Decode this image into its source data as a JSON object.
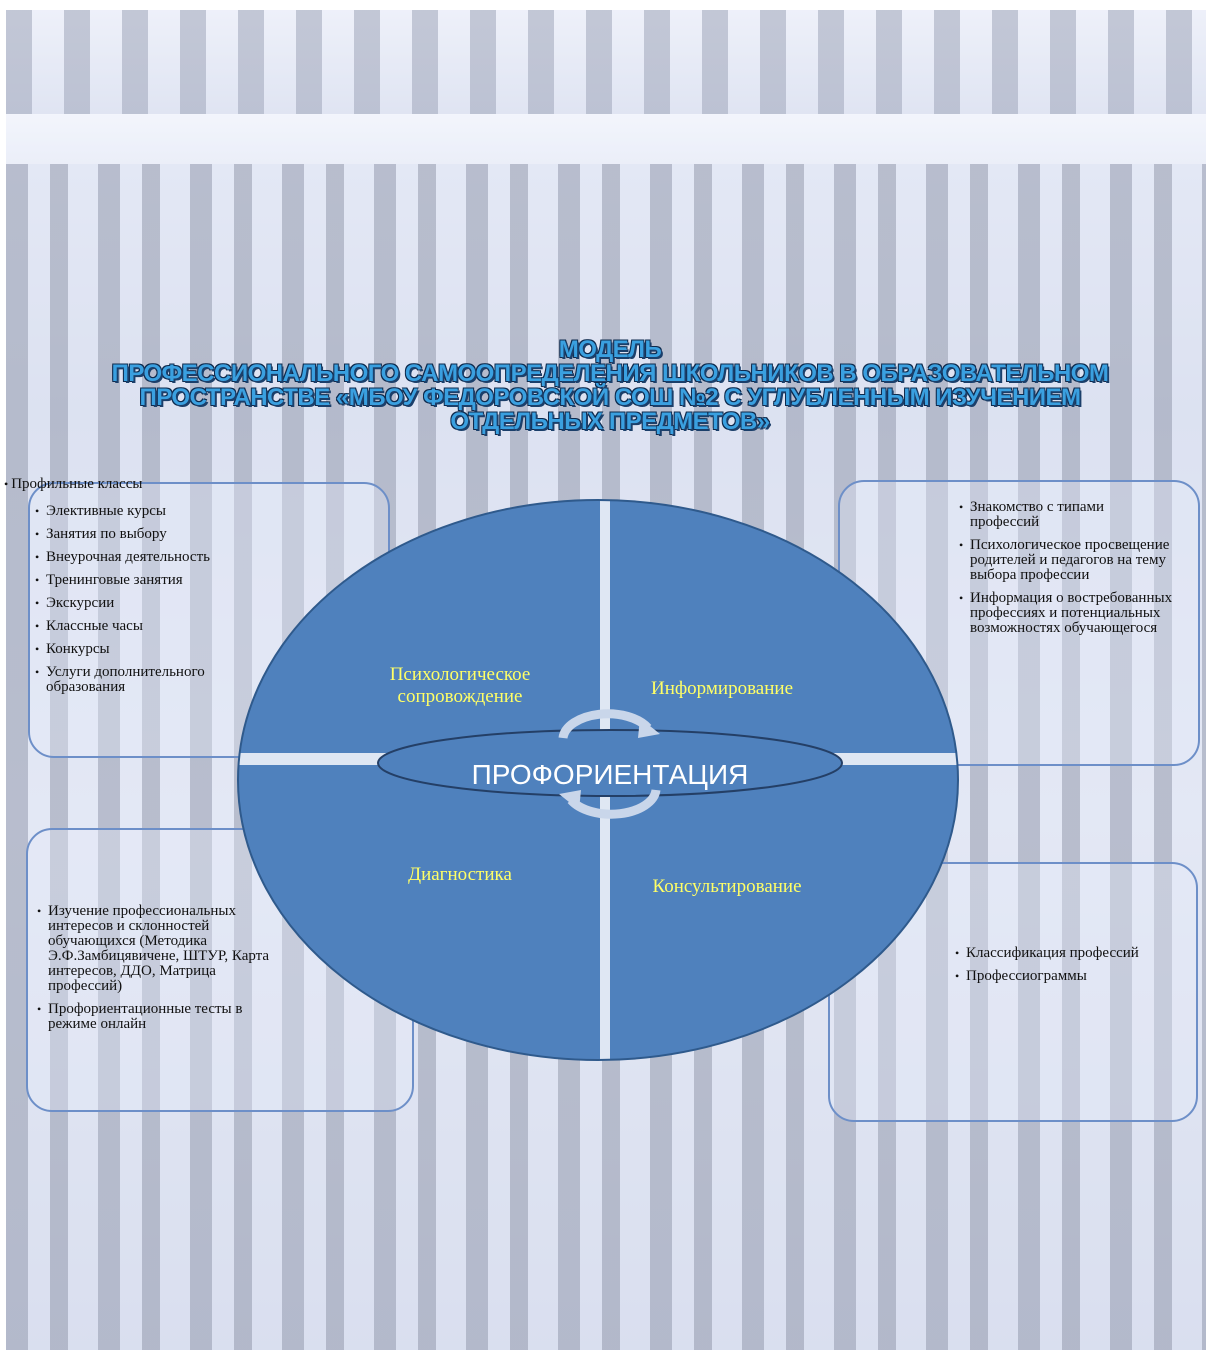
{
  "title": {
    "lines": [
      "МОДЕЛЬ",
      "ПРОФЕССИОНАЛЬНОГО САМООПРЕДЕЛЕНИЯ ШКОЛЬНИКОВ В ОБРАЗОВАТЕЛЬНОМ",
      "ПРОСТРАНСТВЕ  «МБОУ ФЕДОРОВСКОЙ СОШ №2  С УГЛУБЛЕННЫМ ИЗУЧЕНИЕМ",
      "ОТДЕЛЬНЫХ ПРЕДМЕТОВ»"
    ]
  },
  "center": {
    "title": "ПРОФОРИЕНТАЦИЯ",
    "quadrants": {
      "top_left": "Психологическое сопровождение",
      "top_right": "Информирование",
      "bottom_left": "Диагностика",
      "bottom_right": "Консультирование"
    }
  },
  "panels": {
    "top_left": {
      "first_item": "Профильные    классы",
      "items": [
        "Элективные     курсы",
        "Занятия    по выбору",
        "Внеурочная деятельность",
        "Тренинговые    занятия",
        "Экскурсии",
        "Классные    часы",
        "Конкурсы",
        "Услуги дополнительного образования"
      ]
    },
    "top_right": {
      "items": [
        "Знакомство    с типами профессий",
        "Психологическое просвещение родителей  и педагогов на тему  выбора профессии",
        "Информация      о востребованных профессиях   и потенциальных возможностях обучающегося"
      ]
    },
    "bottom_left": {
      "items": [
        "Изучение профессиональных интересов  и склонностей обучающихся  (Методика Э.Ф.Замбицявичене, ШТУР, Карта  интересов, ДДО, Матрица профессий)",
        "Профориентационные тесты в режиме   онлайн"
      ]
    },
    "bottom_right": {
      "items": [
        "Классификация профессий",
        "Профессиограммы"
      ]
    }
  },
  "colors": {
    "ellipse_fill": "#4f81bd",
    "ellipse_stroke": "#2f5a8c",
    "quadrant_text": "#ffff66",
    "panel_border": "#6d8fc8",
    "title_fill": "#3aa0e0",
    "title_outline": "#0e2a4d"
  }
}
